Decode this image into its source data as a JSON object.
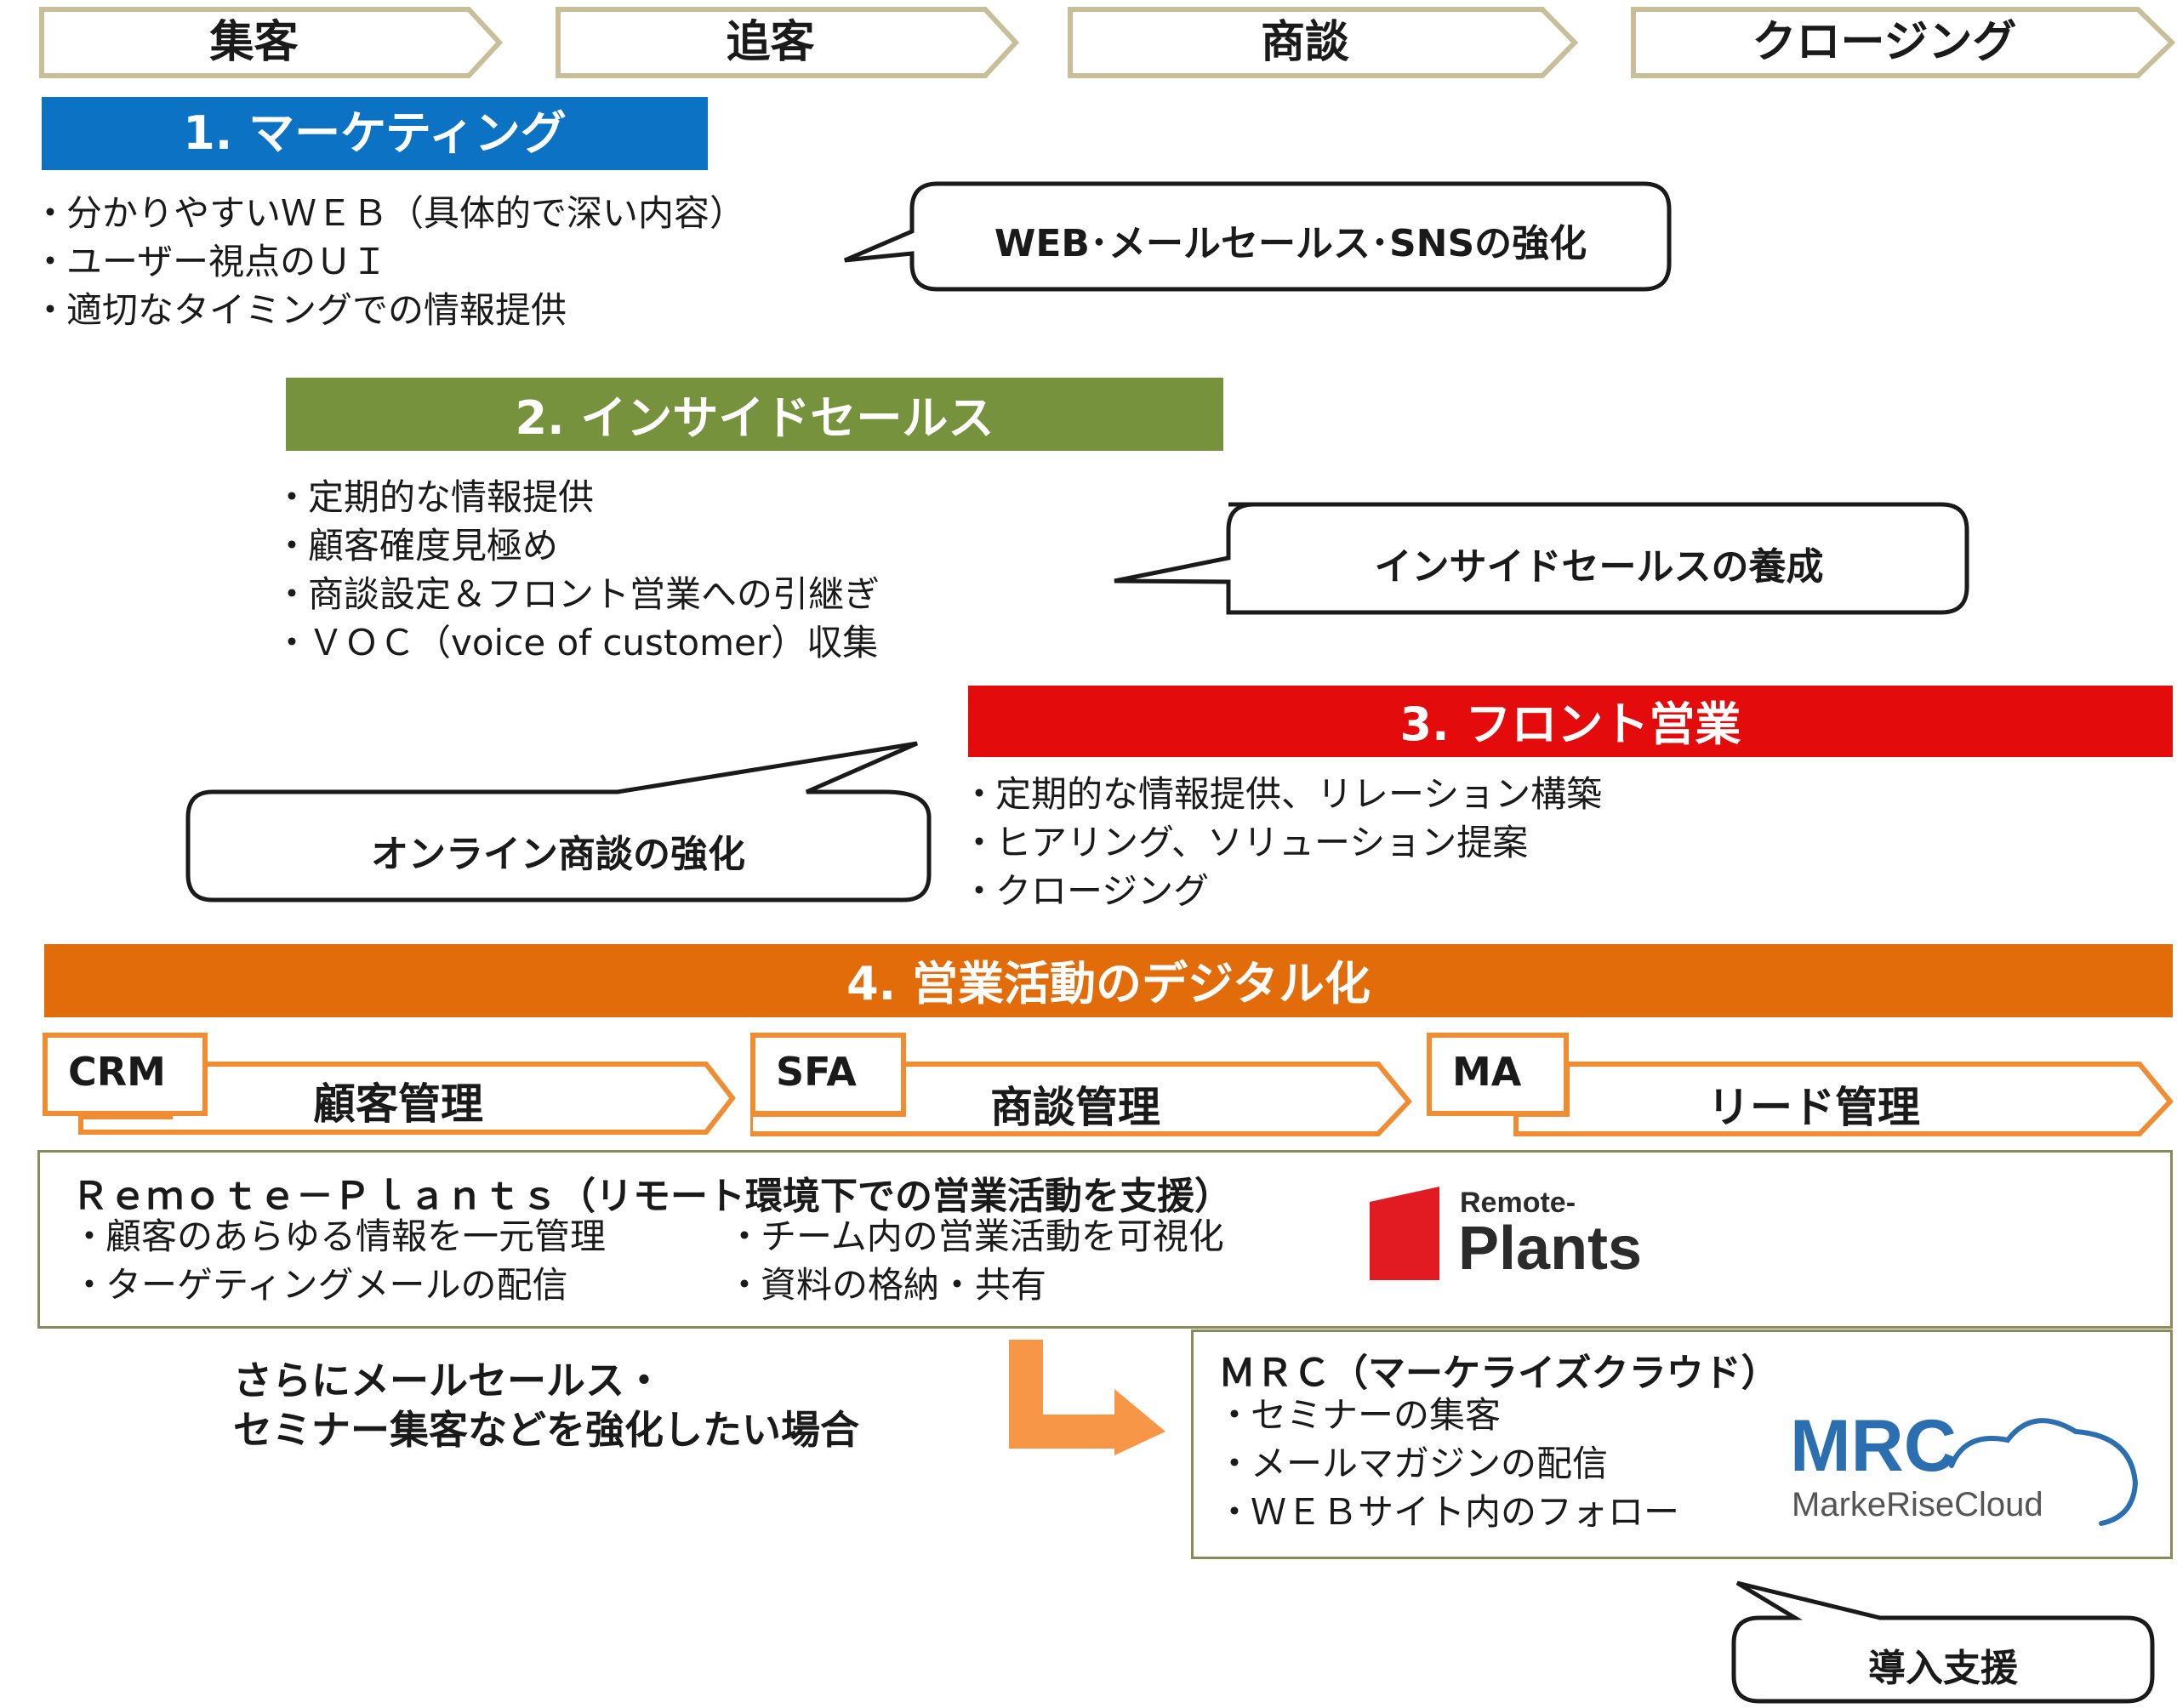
{
  "stages": [
    "集客",
    "追客",
    "商談",
    "クロージング"
  ],
  "colors": {
    "stage_border": "#c8bf9a",
    "marketing": "#0b72c4",
    "inside_sales": "#76923c",
    "front_sales": "#e30b0b",
    "digital": "#e36c0a",
    "tag_orange": "#f08c32",
    "remote_red": "#e21b23",
    "mrc_blue": "#2c6fb0"
  },
  "sections": {
    "marketing": {
      "title": "1. マーケティング",
      "items": [
        "分かりやすいＷＥＢ（具体的で深い内容）",
        "ユーザー視点のＵＩ",
        "適切なタイミングでの情報提供"
      ],
      "callout": "WEB･メールセールス･SNSの強化"
    },
    "inside_sales": {
      "title": "2. インサイドセールス",
      "items": [
        "定期的な情報提供",
        "顧客確度見極め",
        "商談設定＆フロント営業への引継ぎ",
        "ＶＯＣ（voice of customer）収集"
      ],
      "callout": "インサイドセールスの養成"
    },
    "front_sales": {
      "title": "3. フロント営業",
      "items": [
        "定期的な情報提供、リレーション構築",
        "ヒアリング、ソリューション提案",
        "クロージング"
      ],
      "callout": "オンライン商談の強化"
    },
    "digital": {
      "title": "4. 営業活動のデジタル化"
    }
  },
  "tools": [
    {
      "tag": "CRM",
      "label": "顧客管理"
    },
    {
      "tag": "SFA",
      "label": "商談管理"
    },
    {
      "tag": "MA",
      "label": "リード管理"
    }
  ],
  "remote_plants": {
    "title": "Ｒｅｍｏｔｅ－Ｐｌａｎｔｓ（リモート環境下での営業活動を支援）",
    "left_items": [
      "顧客のあらゆる情報を一元管理",
      "ターゲティングメールの配信"
    ],
    "right_items": [
      "チーム内の営業活動を可視化",
      "資料の格納・共有"
    ],
    "logo_top": "Remote-",
    "logo_bottom": "Plants"
  },
  "upgrade": {
    "line1": "さらにメールセールス・",
    "line2": "セミナー集客などを強化したい場合"
  },
  "mrc": {
    "title": "ＭＲＣ（マーケライズクラウド）",
    "items": [
      "セミナーの集客",
      "メールマガジンの配信",
      "ＷＥＢサイト内のフォロー"
    ],
    "logo_main": "MRC",
    "logo_sub": "MarkeRiseCloud"
  },
  "support_callout": "導入支援"
}
